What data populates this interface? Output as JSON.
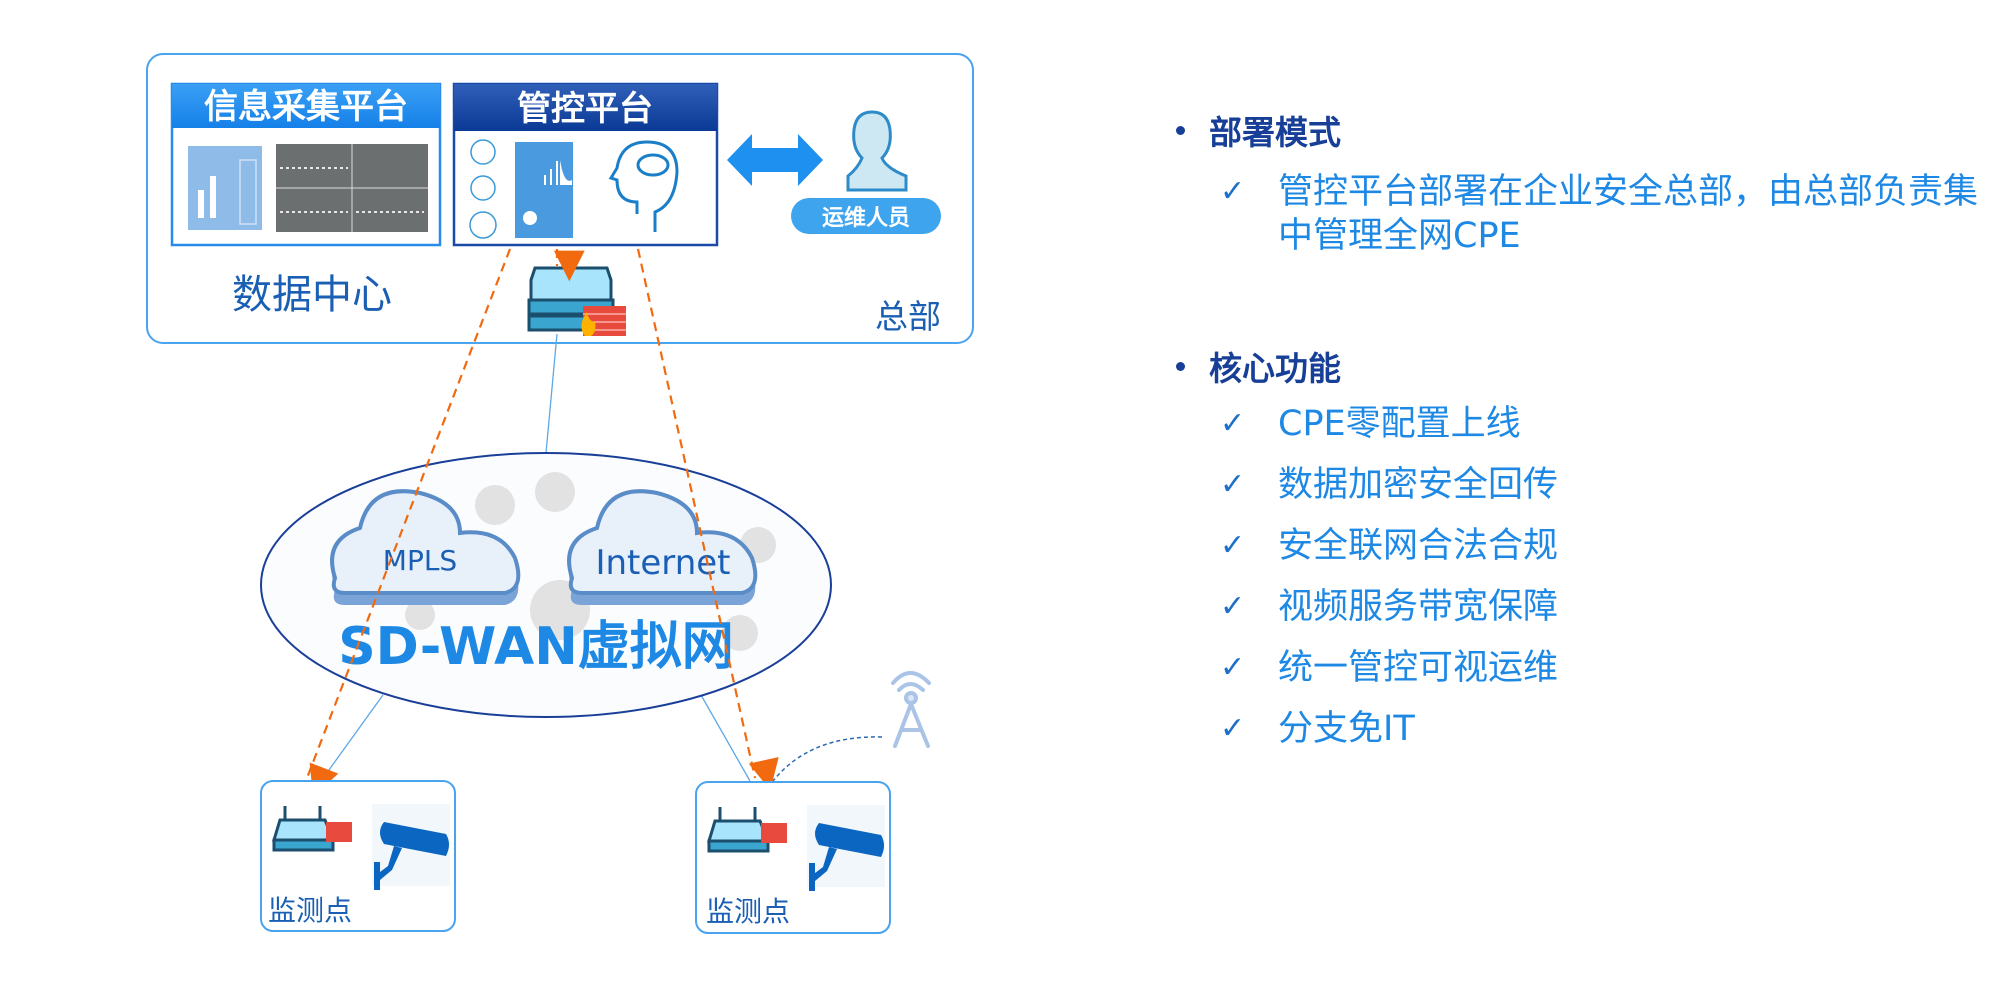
{
  "headquarters": {
    "label": "总部",
    "data_center_label": "数据中心",
    "info_platform": {
      "title": "信息采集平台"
    },
    "control_platform": {
      "title": "管控平台"
    },
    "operator": {
      "label": "运维人员"
    }
  },
  "network": {
    "title": "SD-WAN虚拟网",
    "clouds": [
      "MPLS",
      "Internet"
    ]
  },
  "sites": [
    {
      "label": "监测点"
    },
    {
      "label": "监测点"
    }
  ],
  "colors": {
    "accent": "#1e88e5",
    "heading": "#173f98",
    "link_dashed": "#f26a10",
    "border": "#4aa3ef"
  },
  "right_panel": {
    "sections": [
      {
        "title": "部署模式",
        "items": [
          "管控平台部署在企业安全总部，由总部负责集中管理全网CPE"
        ]
      },
      {
        "title": "核心功能",
        "items": [
          "CPE零配置上线",
          "数据加密安全回传",
          "安全联网合法合规",
          "视频服务带宽保障",
          "统一管控可视运维",
          "分支免IT"
        ]
      }
    ],
    "check_symbol": "✓"
  }
}
